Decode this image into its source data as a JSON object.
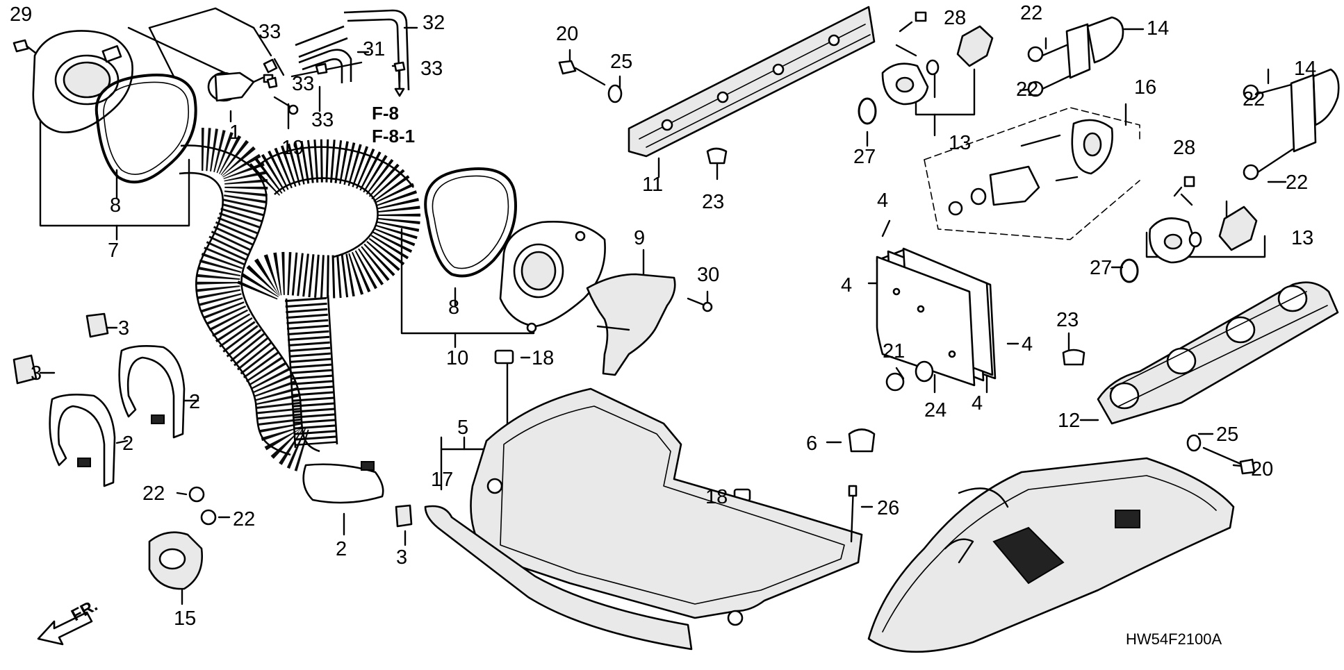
{
  "diagram": {
    "code": "HW54F2100A",
    "references": [
      "F-8",
      "F-8-1"
    ],
    "front_marker": "FR.",
    "callouts": [
      "29",
      "33",
      "32",
      "31",
      "33",
      "33",
      "33",
      "1",
      "19",
      "8",
      "7",
      "20",
      "25",
      "11",
      "23",
      "28",
      "22",
      "14",
      "22",
      "13",
      "27",
      "16",
      "22",
      "14",
      "28",
      "22",
      "13",
      "27",
      "9",
      "30",
      "8",
      "10",
      "18",
      "4",
      "4",
      "4",
      "4",
      "21",
      "24",
      "3",
      "3",
      "2",
      "2",
      "2",
      "3",
      "5",
      "17",
      "18",
      "6",
      "26",
      "23",
      "12",
      "25",
      "20",
      "22",
      "22",
      "15"
    ]
  }
}
